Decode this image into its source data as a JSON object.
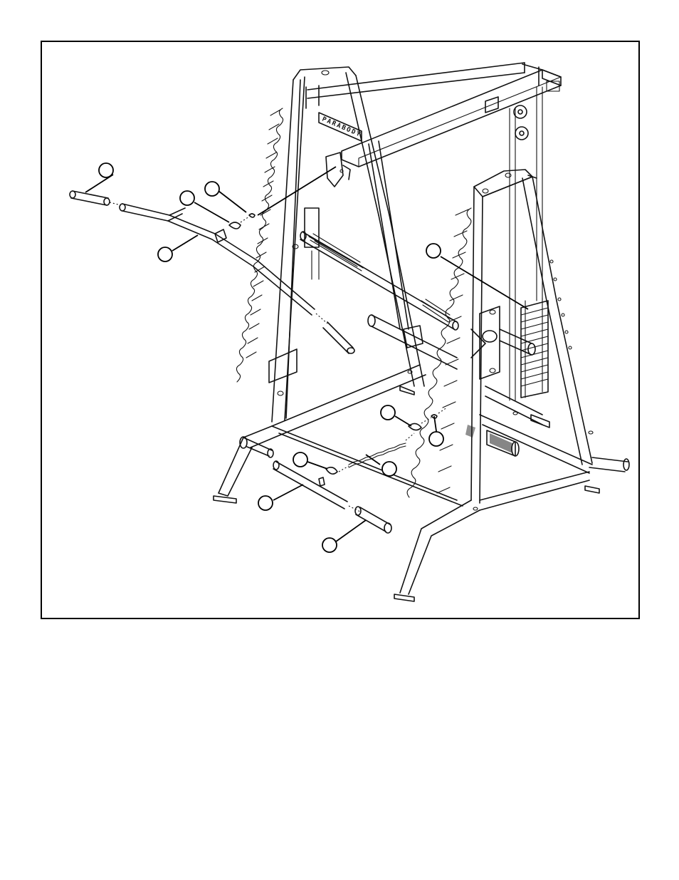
{
  "figure": {
    "brand_label": "PARABODY",
    "callouts": [
      {
        "id": "a",
        "label": ""
      },
      {
        "id": "b",
        "label": ""
      },
      {
        "id": "c",
        "label": ""
      },
      {
        "id": "d",
        "label": ""
      },
      {
        "id": "e",
        "label": ""
      },
      {
        "id": "f",
        "label": ""
      },
      {
        "id": "g",
        "label": ""
      },
      {
        "id": "h",
        "label": ""
      },
      {
        "id": "i",
        "label": ""
      },
      {
        "id": "j",
        "label": ""
      },
      {
        "id": "k",
        "label": ""
      }
    ]
  },
  "colors": {
    "line": "#111111",
    "background": "#ffffff",
    "grip_texture": "#222222"
  }
}
